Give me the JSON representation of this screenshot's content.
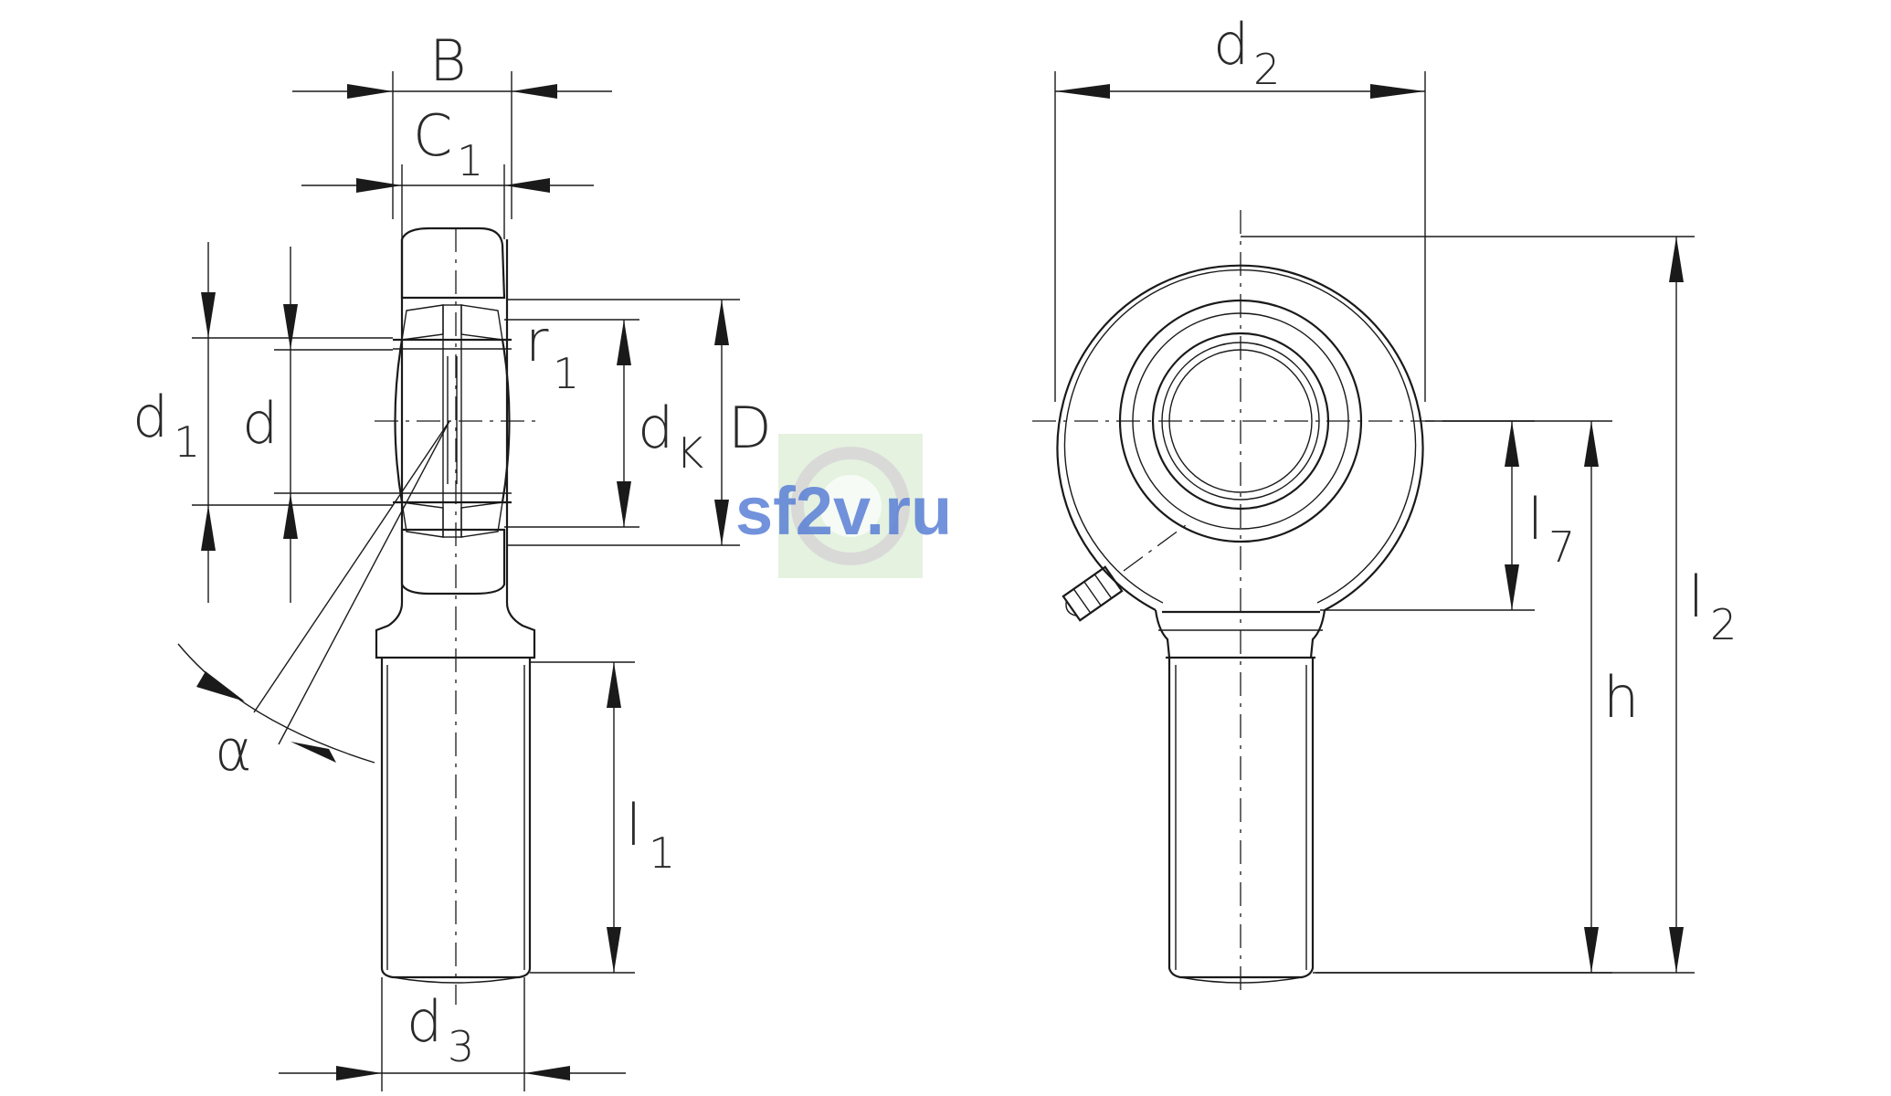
{
  "labels": {
    "B": "B",
    "C": "C",
    "C_sub": "1",
    "d1": "d",
    "d1_sub": "1",
    "d": "d",
    "r1": "r",
    "r1_sub": "1",
    "dK": "d",
    "dK_sub": "K",
    "D": "D",
    "alpha": "α",
    "l1": "l",
    "l1_sub": "1",
    "d3": "d",
    "d3_sub": "3",
    "d2": "d",
    "d2_sub": "2",
    "l7": "l",
    "l7_sub": "7",
    "h": "h",
    "l2": "l",
    "l2_sub": "2"
  },
  "watermark": {
    "text": "sf2v.ru",
    "color": "#5a7fd6"
  }
}
